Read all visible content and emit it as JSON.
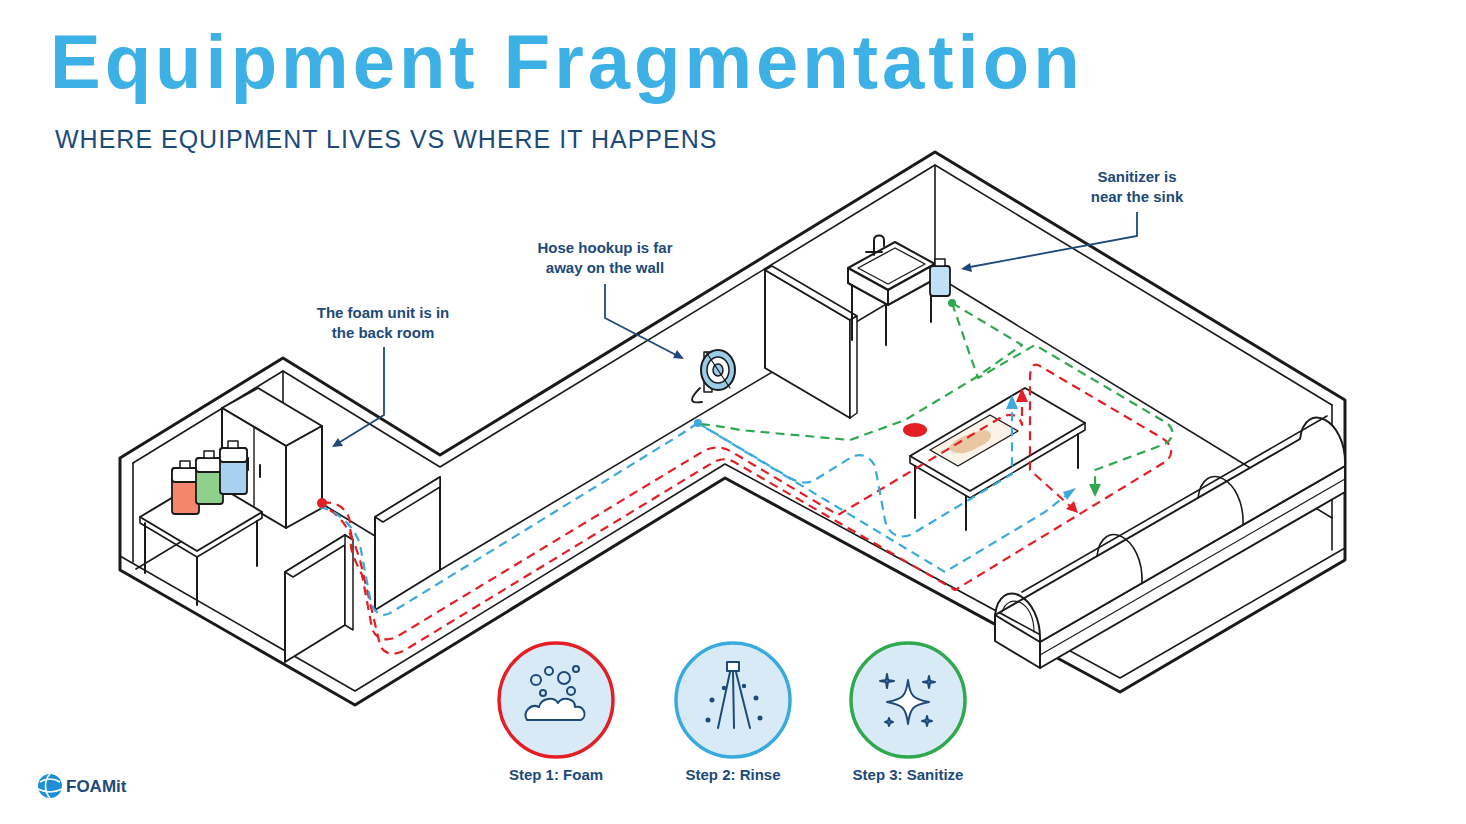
{
  "diagram": {
    "title": "Equipment Fragmentation",
    "nodes": [
      {
        "text": [
          "Step 1: Foam"
        ]
      },
      {
        "text": [
          "Step 2: Rinse"
        ]
      },
      {
        "text": [
          "Step 3: Sanitize"
        ]
      }
    ],
    "labels": [
      "WHERE EQUIPMENT LIVES VS WHERE IT HAPPENS",
      "The foam unit is in the back room",
      "Hose hookup is far away on the wall",
      "Sanitizer is near the sink",
      "FOAMit"
    ]
  }
}
